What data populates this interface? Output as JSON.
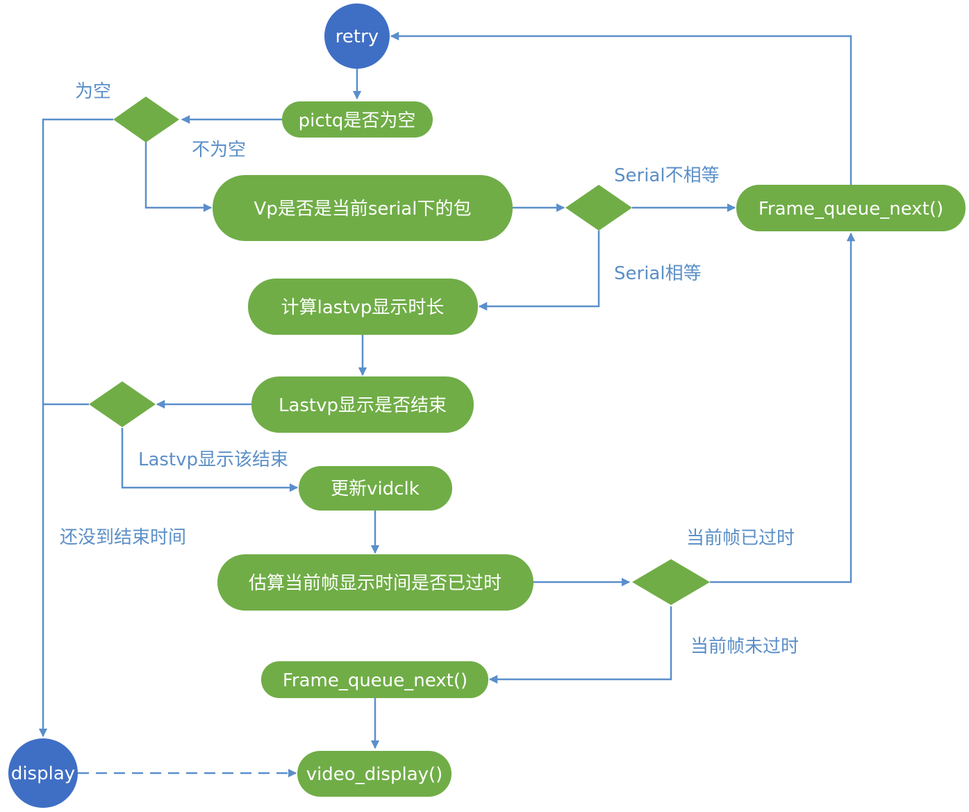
{
  "nodes": {
    "retry": "retry",
    "pictq_empty": "pictq是否为空",
    "vp_serial": "Vp是否是当前serial下的包",
    "frame_queue_next_top": "Frame_queue_next()",
    "calc_lastvp": "计算lastvp显示时长",
    "lastvp_done": "Lastvp显示是否结束",
    "update_vidclk": "更新vidclk",
    "estimate_expired": "估算当前帧显示时间是否已过时",
    "frame_queue_next_bottom": "Frame_queue_next()",
    "display": "display",
    "video_display": "video_display()"
  },
  "edges": {
    "empty": "为空",
    "not_empty": "不为空",
    "serial_not_equal": "Serial不相等",
    "serial_equal": "Serial相等",
    "lastvp_should_end": "Lastvp显示该结束",
    "not_end_time": "还没到结束时间",
    "current_expired": "当前帧已过时",
    "current_not_expired": "当前帧未过时"
  },
  "colors": {
    "process": "#70ad47",
    "terminal": "#3f6fc4",
    "edge": "#5a8ecb",
    "edge_label": "#5b8fc7"
  }
}
